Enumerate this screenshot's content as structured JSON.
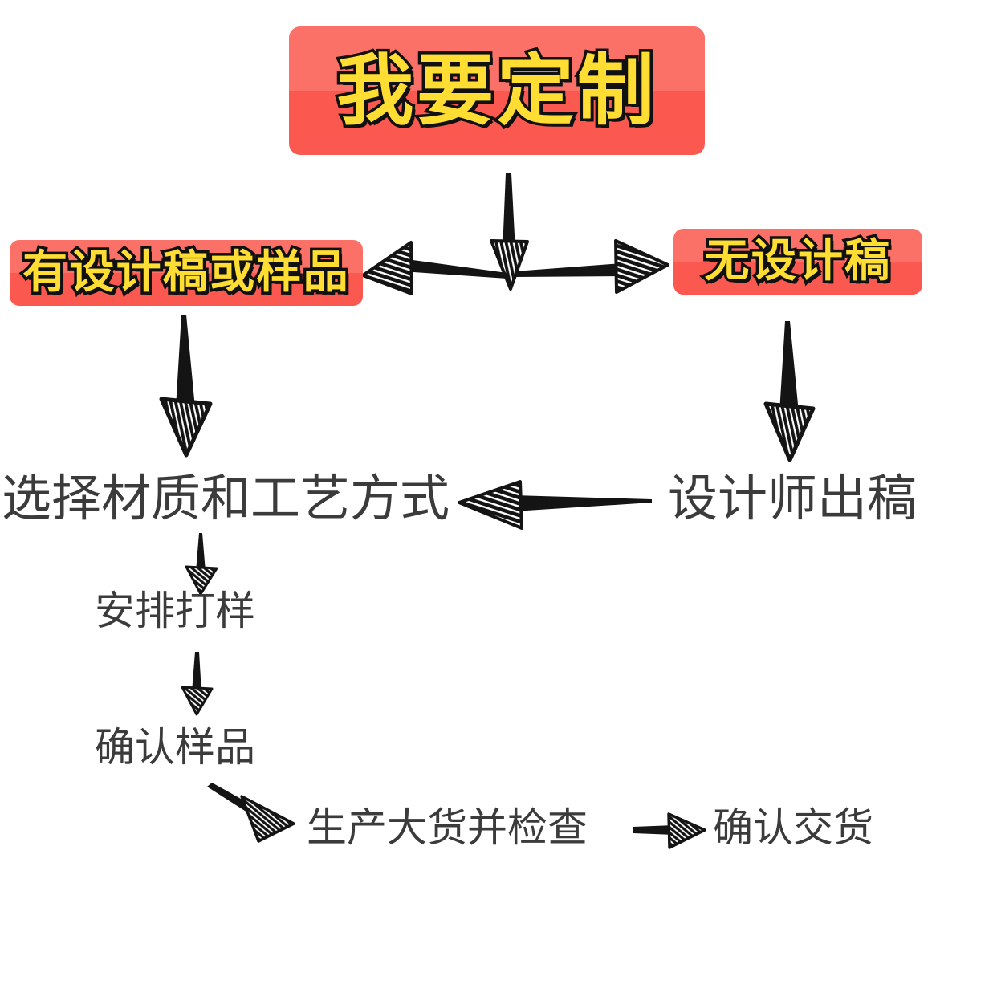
{
  "diagram": {
    "title_banner": {
      "label": "我要定制",
      "text_color": "#ffdd33",
      "outline_color": "#111111",
      "background_color": "#fb6a61"
    },
    "branch_banners": [
      {
        "id": "has-design",
        "label": "有设计稿或样品"
      },
      {
        "id": "no-design",
        "label": "无设计稿"
      }
    ],
    "nodes": [
      {
        "id": "select-material",
        "label": "选择材质和工艺方式"
      },
      {
        "id": "designer-draft",
        "label": "设计师出稿"
      },
      {
        "id": "arrange-sample",
        "label": "安排打样"
      },
      {
        "id": "confirm-sample",
        "label": "确认样品"
      },
      {
        "id": "bulk-production",
        "label": "生产大货并检查"
      },
      {
        "id": "confirm-deliver",
        "label": "确认交货"
      }
    ],
    "node_text_color": "#3b3b3b",
    "arrows": [
      {
        "id": "title-down",
        "direction": "down",
        "from": "我要定制",
        "to": "分支点"
      },
      {
        "id": "split-left",
        "direction": "left",
        "from": "分支点",
        "to": "有设计稿或样品"
      },
      {
        "id": "split-right",
        "direction": "right",
        "from": "分支点",
        "to": "无设计稿"
      },
      {
        "id": "has-design-down",
        "direction": "down",
        "from": "有设计稿或样品",
        "to": "选择材质和工艺方式"
      },
      {
        "id": "no-design-down",
        "direction": "down",
        "from": "无设计稿",
        "to": "设计师出稿"
      },
      {
        "id": "designer-to-material",
        "direction": "left",
        "from": "设计师出稿",
        "to": "选择材质和工艺方式"
      },
      {
        "id": "material-to-sample",
        "direction": "down",
        "from": "选择材质和工艺方式",
        "to": "安排打样"
      },
      {
        "id": "sample-to-confirm",
        "direction": "down",
        "from": "安排打样",
        "to": "确认样品"
      },
      {
        "id": "confirm-to-bulk",
        "direction": "down-right",
        "from": "确认样品",
        "to": "生产大货并检查"
      },
      {
        "id": "bulk-to-delivery",
        "direction": "right",
        "from": "生产大货并检查",
        "to": "确认交货"
      }
    ]
  }
}
